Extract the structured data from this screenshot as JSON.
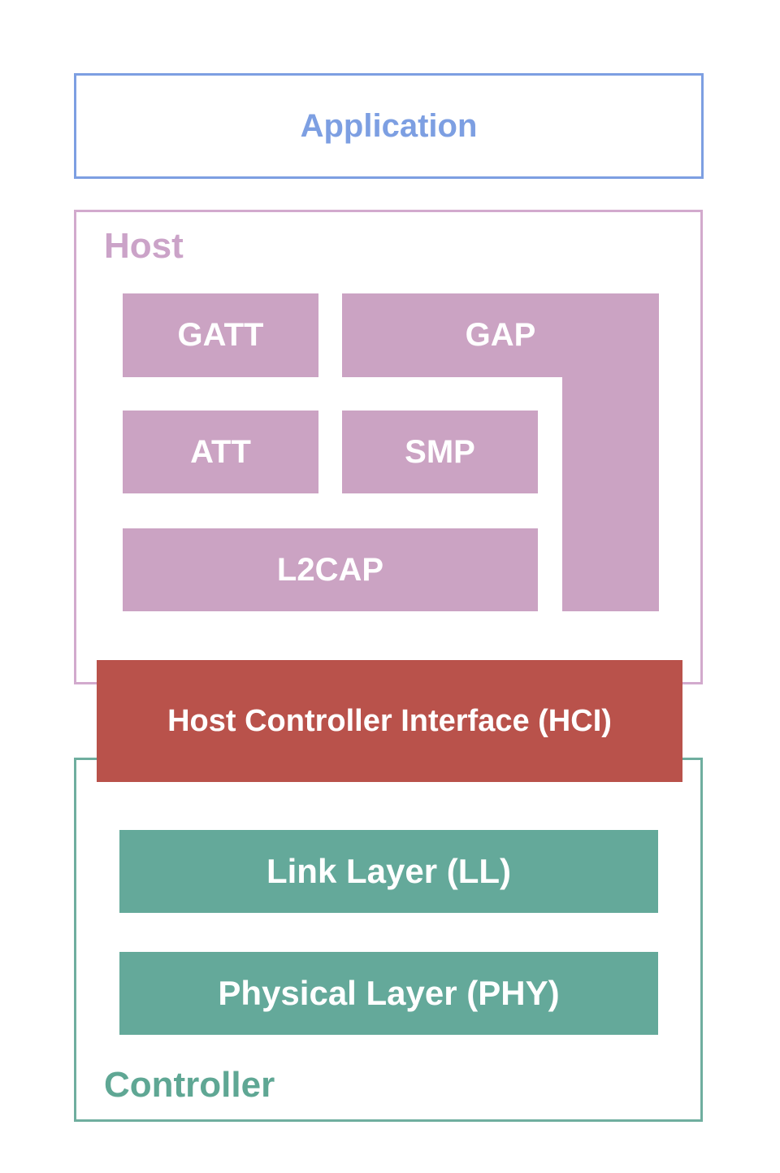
{
  "colors": {
    "application_blue": "#7d9fe2",
    "host_border_pink": "#d2aacd",
    "host_label_mauve": "#cba3c8",
    "host_block_fill_mauve": "#cba3c3",
    "hci_red": "#b9524b",
    "controller_block_fill_teal": "#64a99a",
    "controller_border_teal": "#6fae9f",
    "controller_label_teal": "#5fa794",
    "block_text": "#ffffff"
  },
  "application": {
    "label": "Application"
  },
  "host": {
    "label": "Host",
    "blocks": {
      "gatt": "GATT",
      "gap": "GAP",
      "att": "ATT",
      "smp": "SMP",
      "l2cap": "L2CAP"
    }
  },
  "hci": {
    "label": "Host Controller Interface (HCI)"
  },
  "controller": {
    "label": "Controller",
    "blocks": {
      "link_layer": "Link Layer (LL)",
      "physical_layer": "Physical Layer (PHY)"
    }
  }
}
